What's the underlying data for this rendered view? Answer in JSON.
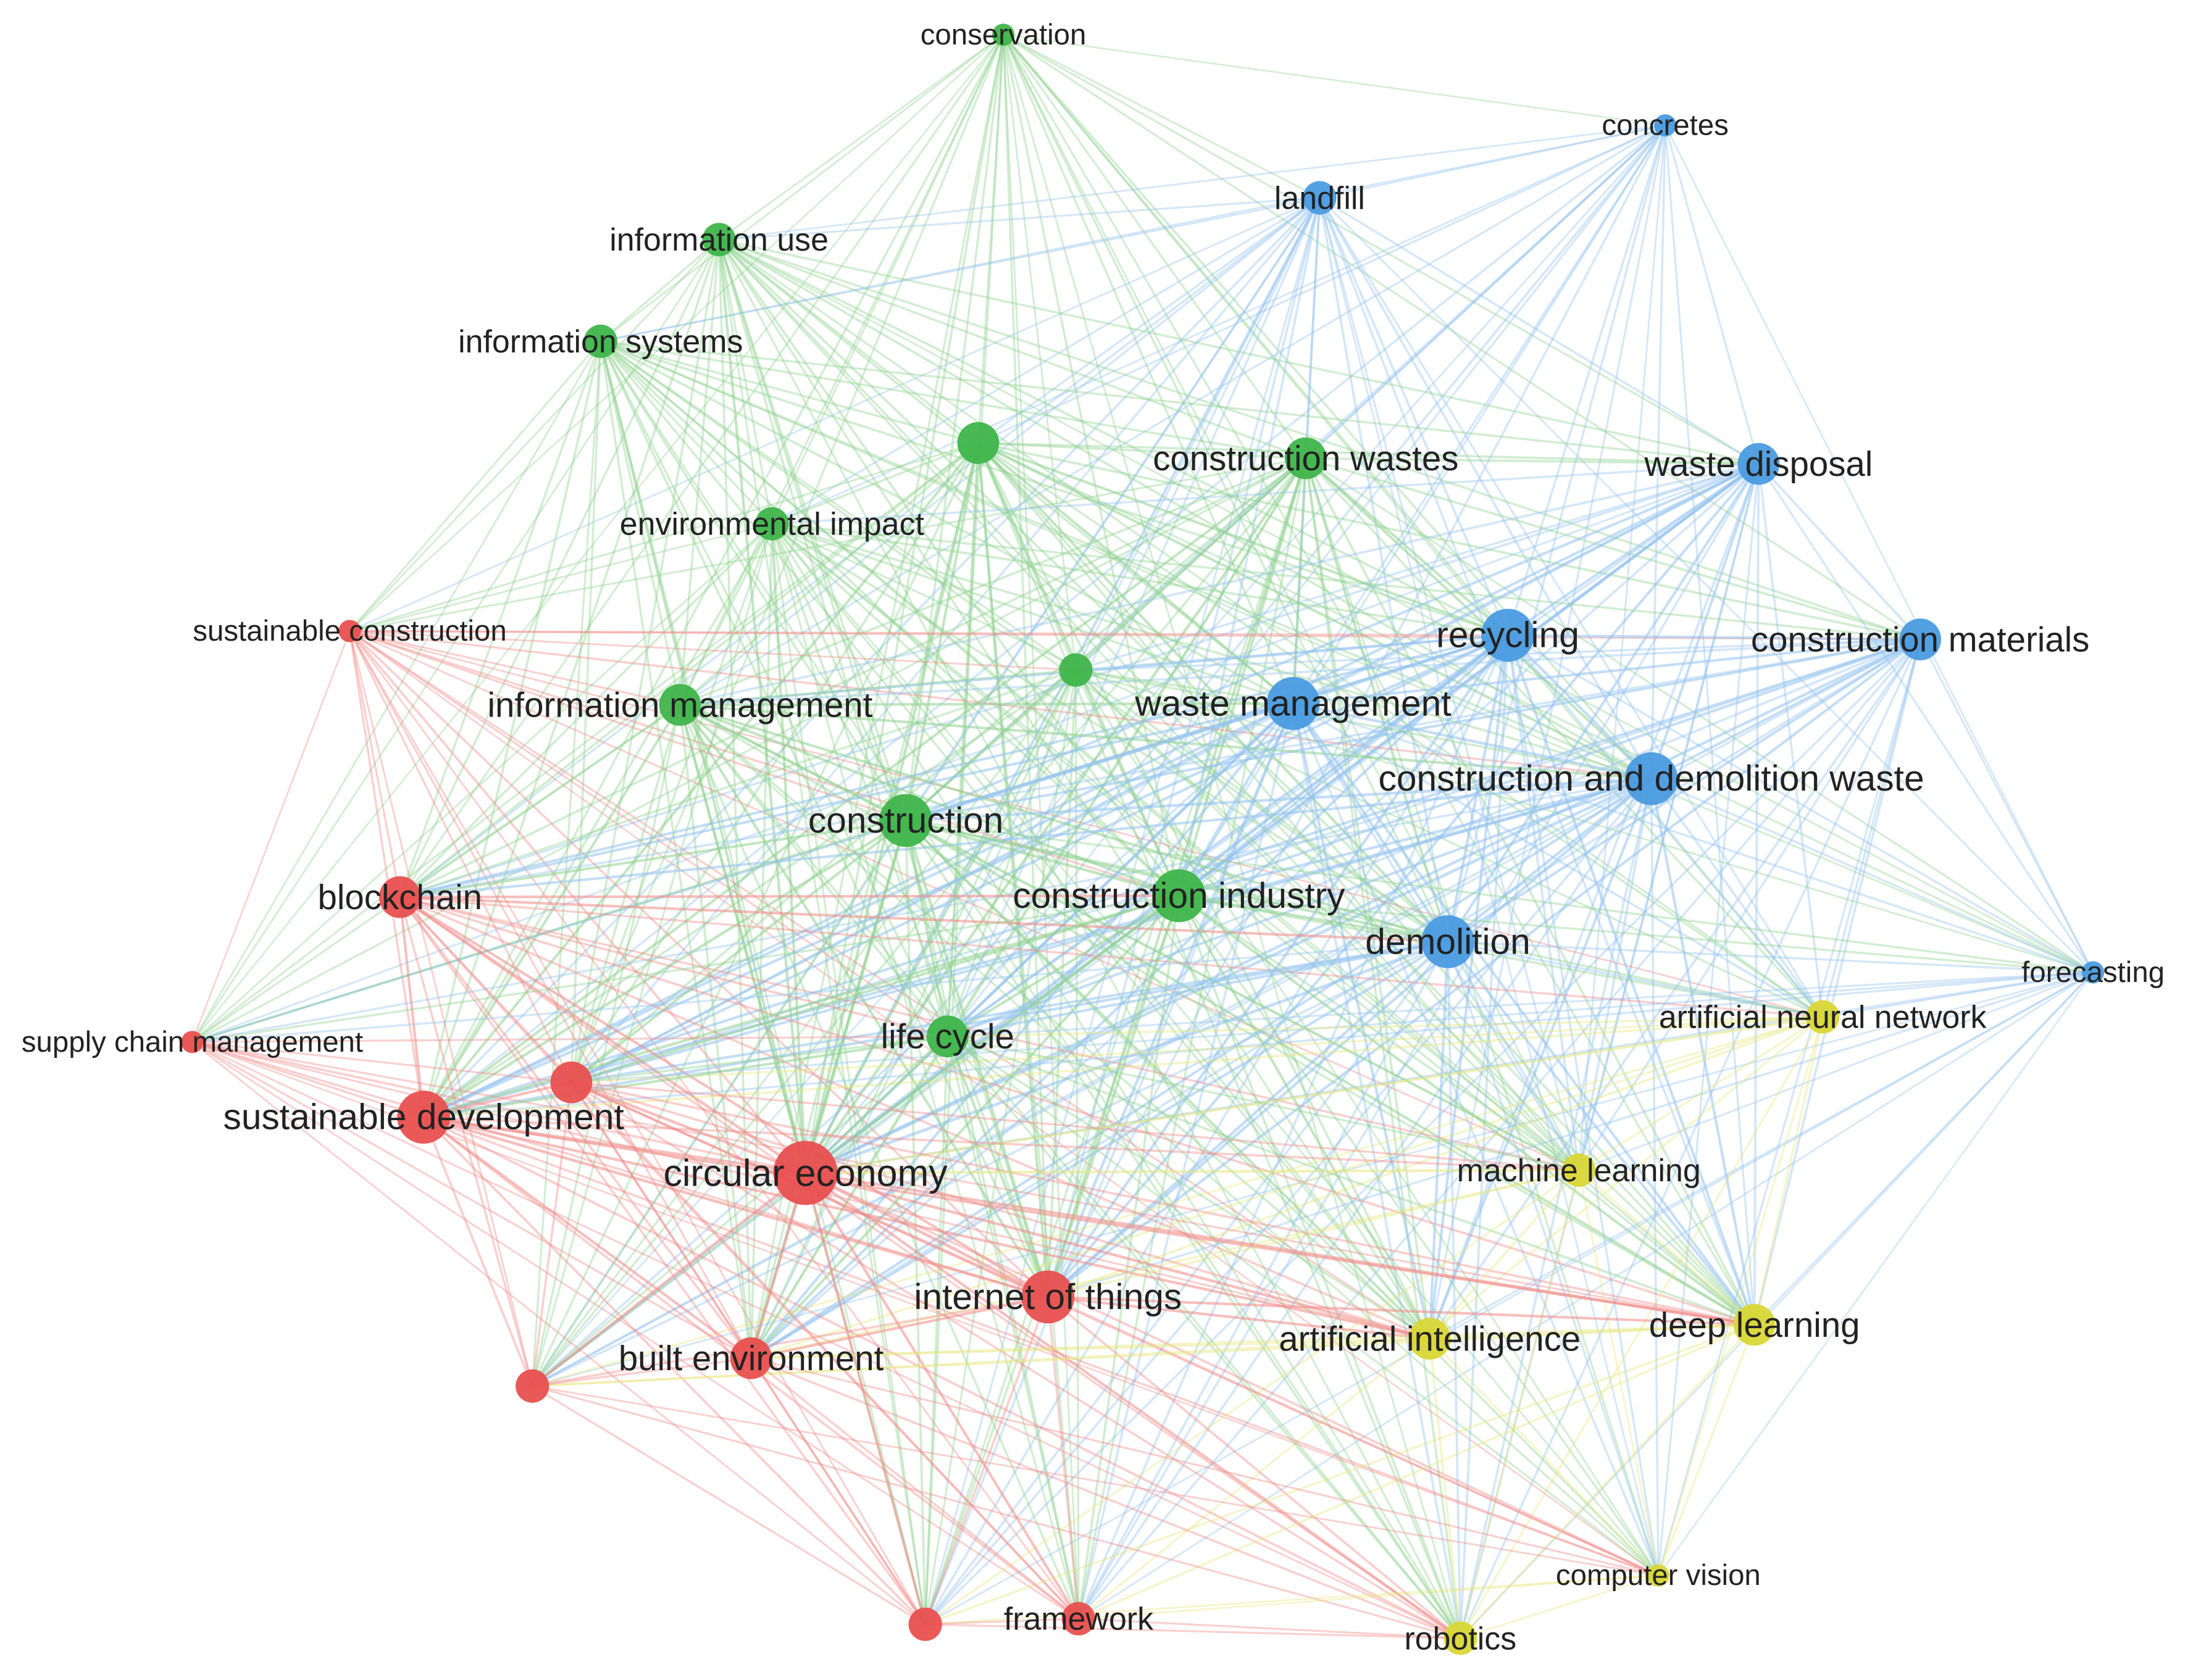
{
  "map": {
    "colors": {
      "red": "#e8504f",
      "green": "#3fb54a",
      "blue": "#4a9be0",
      "yellow": "#d9d736"
    },
    "edge_colors": {
      "red": "#f08a87",
      "green": "#8fd18f",
      "blue": "#93c3ee",
      "yellow": "#e6e57a"
    },
    "nodes": [
      {
        "id": "conservation",
        "label": "conservation",
        "cluster": "green",
        "size": 1
      },
      {
        "id": "concretes",
        "label": "concretes",
        "cluster": "blue",
        "size": 1
      },
      {
        "id": "landfill",
        "label": "landfill",
        "cluster": "blue",
        "size": 2
      },
      {
        "id": "information_use",
        "label": "information use",
        "cluster": "green",
        "size": 2
      },
      {
        "id": "information_systems",
        "label": "information systems",
        "cluster": "green",
        "size": 2
      },
      {
        "id": "green_unlabeled_1",
        "label": "",
        "cluster": "green",
        "size": 3
      },
      {
        "id": "construction_wastes",
        "label": "construction wastes",
        "cluster": "green",
        "size": 3
      },
      {
        "id": "waste_disposal",
        "label": "waste disposal",
        "cluster": "blue",
        "size": 3
      },
      {
        "id": "environmental_impact",
        "label": "environmental impact",
        "cluster": "green",
        "size": 2
      },
      {
        "id": "sustainable_construction",
        "label": "sustainable construction",
        "cluster": "red",
        "size": 1
      },
      {
        "id": "recycling",
        "label": "recycling",
        "cluster": "blue",
        "size": 4
      },
      {
        "id": "construction_materials",
        "label": "construction materials",
        "cluster": "blue",
        "size": 3
      },
      {
        "id": "green_unlabeled_2",
        "label": "",
        "cluster": "green",
        "size": 2
      },
      {
        "id": "information_management",
        "label": "information management",
        "cluster": "green",
        "size": 3
      },
      {
        "id": "waste_management",
        "label": "waste management",
        "cluster": "blue",
        "size": 4
      },
      {
        "id": "construction_and_demolition_waste",
        "label": "construction and demolition waste",
        "cluster": "blue",
        "size": 4
      },
      {
        "id": "construction",
        "label": "construction",
        "cluster": "green",
        "size": 4
      },
      {
        "id": "blockchain",
        "label": "blockchain",
        "cluster": "red",
        "size": 3
      },
      {
        "id": "construction_industry",
        "label": "construction industry",
        "cluster": "green",
        "size": 4
      },
      {
        "id": "demolition",
        "label": "demolition",
        "cluster": "blue",
        "size": 4
      },
      {
        "id": "forecasting",
        "label": "forecasting",
        "cluster": "blue",
        "size": 1
      },
      {
        "id": "artificial_neural_network",
        "label": "artificial neural network",
        "cluster": "yellow",
        "size": 2
      },
      {
        "id": "supply_chain_management",
        "label": "supply chain management",
        "cluster": "red",
        "size": 1
      },
      {
        "id": "life_cycle",
        "label": "life cycle",
        "cluster": "green",
        "size": 3
      },
      {
        "id": "red_unlabeled_1",
        "label": "",
        "cluster": "red",
        "size": 3
      },
      {
        "id": "sustainable_development",
        "label": "sustainable development",
        "cluster": "red",
        "size": 4
      },
      {
        "id": "machine_learning",
        "label": "machine learning",
        "cluster": "yellow",
        "size": 2
      },
      {
        "id": "circular_economy",
        "label": "circular economy",
        "cluster": "red",
        "size": 5
      },
      {
        "id": "internet_of_things",
        "label": "internet of things",
        "cluster": "red",
        "size": 4
      },
      {
        "id": "artificial_intelligence",
        "label": "artificial intelligence",
        "cluster": "yellow",
        "size": 3
      },
      {
        "id": "deep_learning",
        "label": "deep learning",
        "cluster": "yellow",
        "size": 3
      },
      {
        "id": "built_environment",
        "label": "built environment",
        "cluster": "red",
        "size": 3
      },
      {
        "id": "red_unlabeled_2",
        "label": "",
        "cluster": "red",
        "size": 2
      },
      {
        "id": "computer_vision",
        "label": "computer vision",
        "cluster": "yellow",
        "size": 1
      },
      {
        "id": "red_unlabeled_3",
        "label": "",
        "cluster": "red",
        "size": 2
      },
      {
        "id": "framework",
        "label": "framework",
        "cluster": "red",
        "size": 2
      },
      {
        "id": "robotics",
        "label": "robotics",
        "cluster": "yellow",
        "size": 2
      }
    ]
  }
}
